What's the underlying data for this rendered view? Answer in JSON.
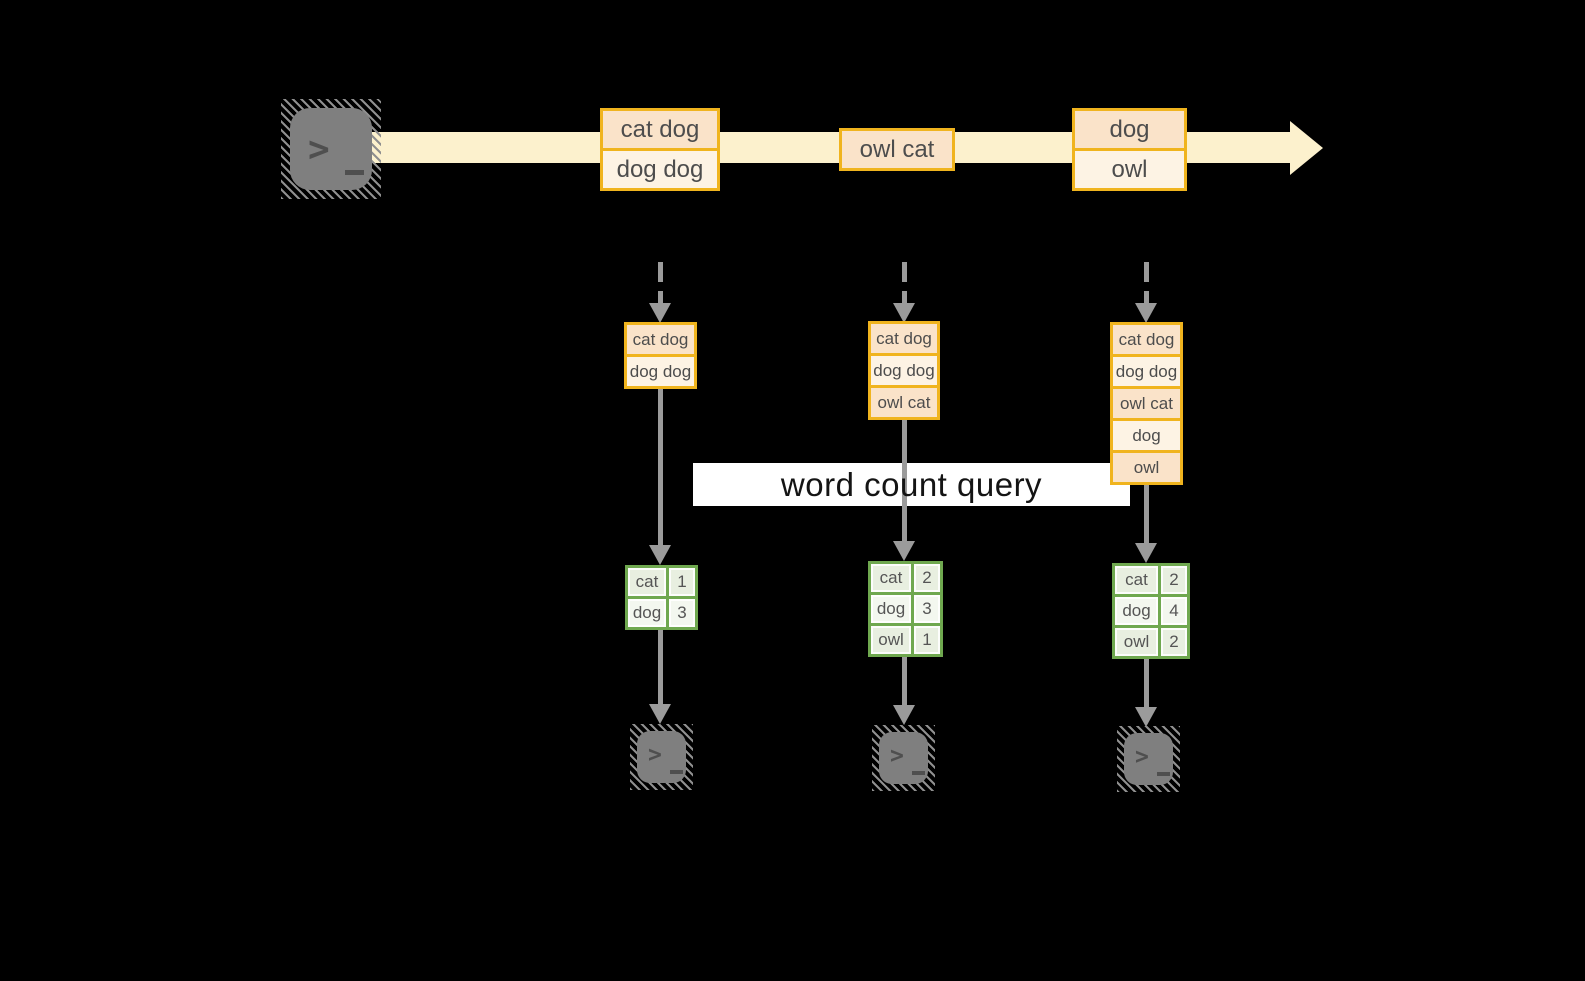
{
  "label": {
    "text": "word count query"
  },
  "colors": {
    "background": "#000000",
    "stream_fill": "#fcf1cd",
    "record_border": "#f0b41e",
    "record_fill_dark": "#fae3c9",
    "record_fill_light": "#fdf3e4",
    "table_border": "#6fa84f",
    "table_cell_green": "#e8efe0",
    "table_cell_white": "#f3f7ef",
    "arrow_gray": "#9b9b9b",
    "terminal_gray": "#7f7f7f",
    "text": "#4d4d4d"
  },
  "source": {
    "icon": "terminal-prompt-icon"
  },
  "stream": {
    "boxes": [
      {
        "rows": [
          "cat dog",
          "dog dog"
        ]
      },
      {
        "rows": [
          "owl cat"
        ]
      },
      {
        "rows": [
          "dog",
          "owl"
        ]
      }
    ]
  },
  "columns": [
    {
      "ingest_rows": [
        "cat dog",
        "dog dog"
      ],
      "counts": [
        {
          "word": "cat",
          "count": "1"
        },
        {
          "word": "dog",
          "count": "3"
        }
      ],
      "sink_icon": "terminal-prompt-icon"
    },
    {
      "ingest_rows": [
        "cat dog",
        "dog dog",
        "owl cat"
      ],
      "counts": [
        {
          "word": "cat",
          "count": "2"
        },
        {
          "word": "dog",
          "count": "3"
        },
        {
          "word": "owl",
          "count": "1"
        }
      ],
      "sink_icon": "terminal-prompt-icon"
    },
    {
      "ingest_rows": [
        "cat dog",
        "dog dog",
        "owl cat",
        "dog",
        "owl"
      ],
      "counts": [
        {
          "word": "cat",
          "count": "2"
        },
        {
          "word": "dog",
          "count": "4"
        },
        {
          "word": "owl",
          "count": "2"
        }
      ],
      "sink_icon": "terminal-prompt-icon"
    }
  ]
}
